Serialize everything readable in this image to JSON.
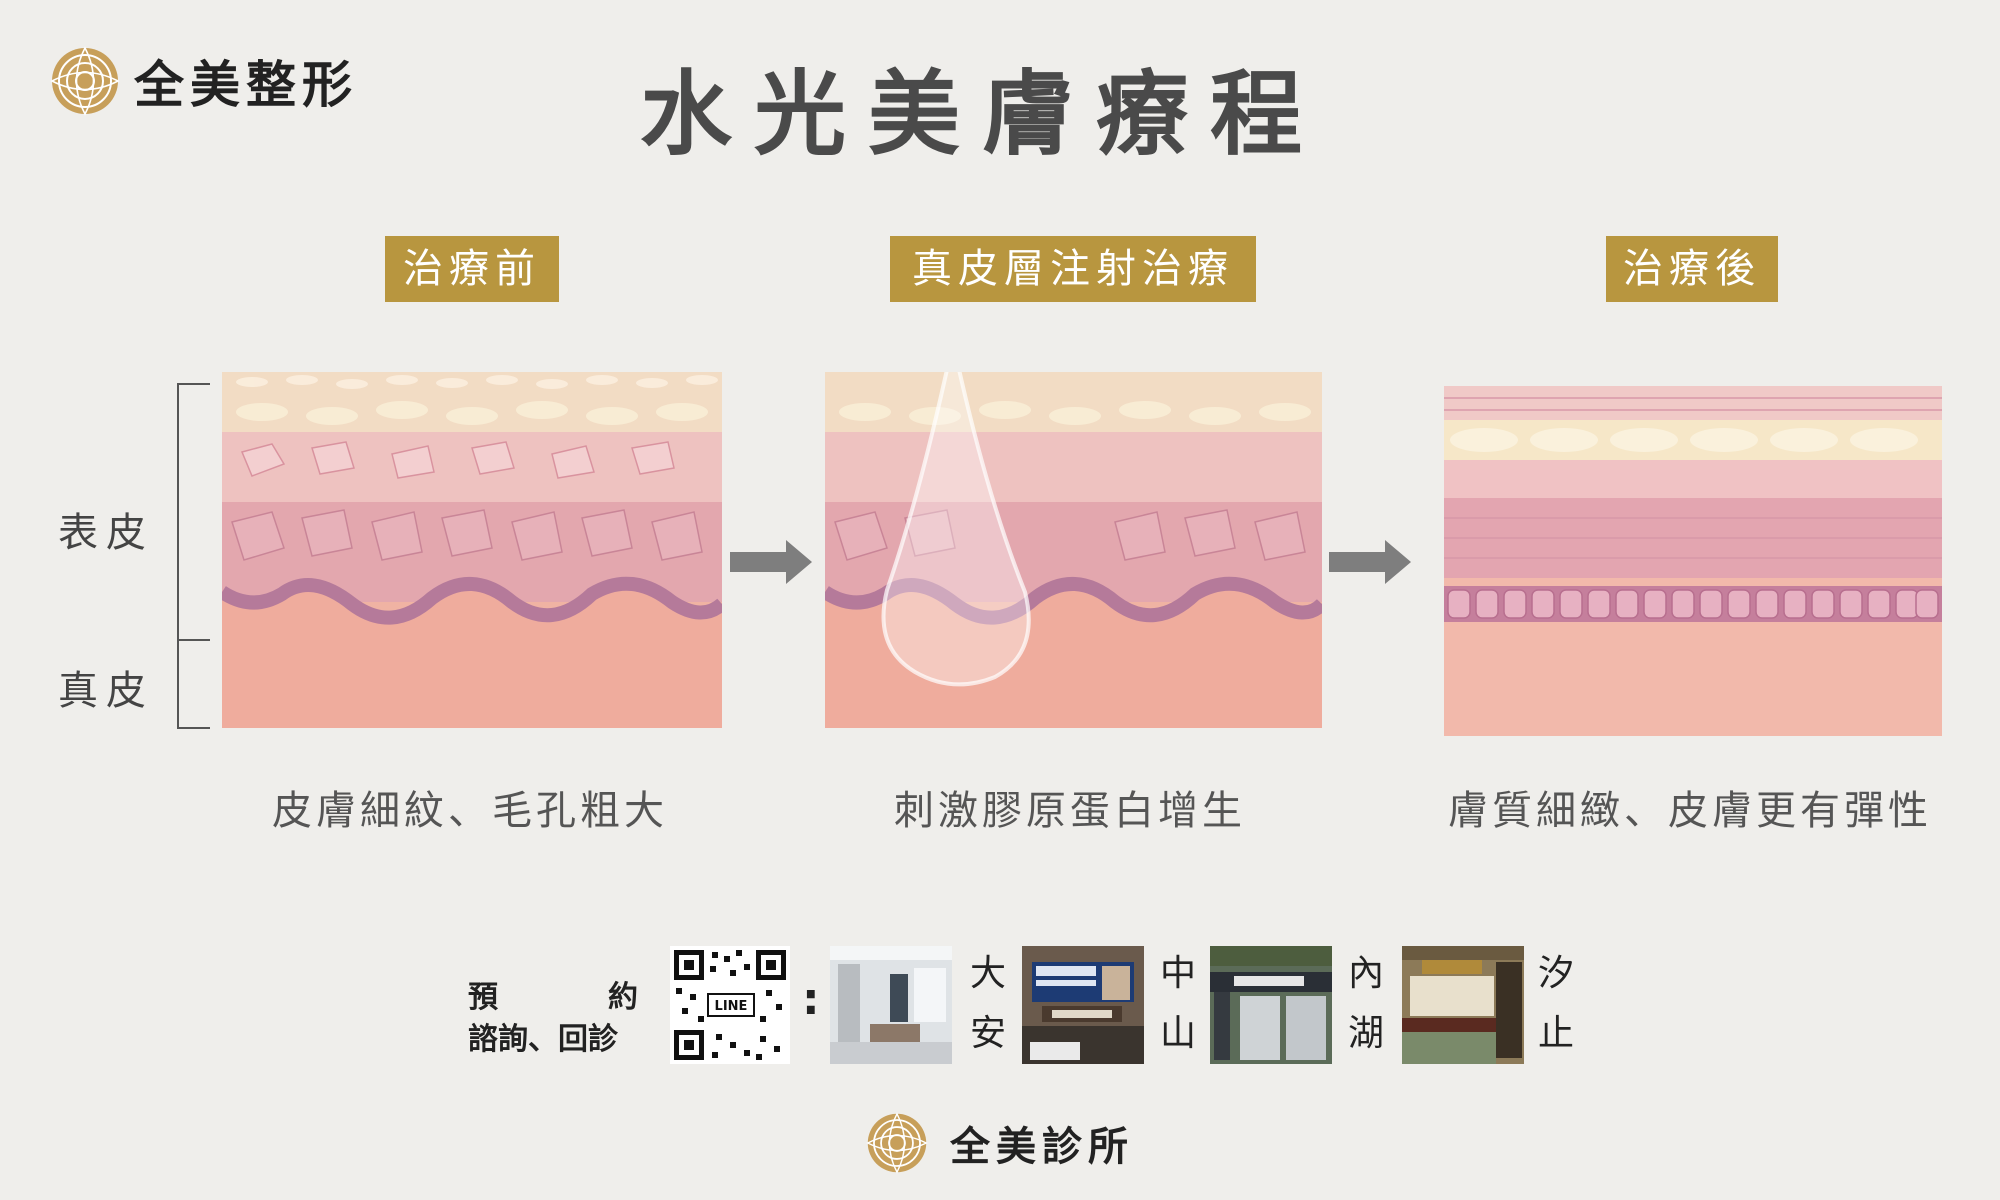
{
  "brand": {
    "logo_text": "全美整形",
    "clinic_name": "全美診所",
    "accent_color": "#b8963f"
  },
  "title": "水光美膚療程",
  "stages": [
    {
      "label": "治療前",
      "caption": "皮膚細紋、毛孔粗大"
    },
    {
      "label": "真皮層注射治療",
      "caption": "刺激膠原蛋白增生"
    },
    {
      "label": "治療後",
      "caption": "膚質細緻、皮膚更有彈性"
    }
  ],
  "layers": {
    "epidermis": "表皮",
    "dermis": "真皮"
  },
  "booking": {
    "label_line1_a": "預",
    "label_line1_b": "約",
    "label_line2": "諮詢、回診",
    "colon": ":",
    "qr_text": "LINE"
  },
  "branches": [
    {
      "char1": "大",
      "char2": "安"
    },
    {
      "char1": "中",
      "char2": "山"
    },
    {
      "char1": "內",
      "char2": "湖"
    },
    {
      "char1": "汐",
      "char2": "止"
    }
  ],
  "icons": {
    "logo": "flower-emblem-icon",
    "arrow": "arrow-right-icon"
  }
}
